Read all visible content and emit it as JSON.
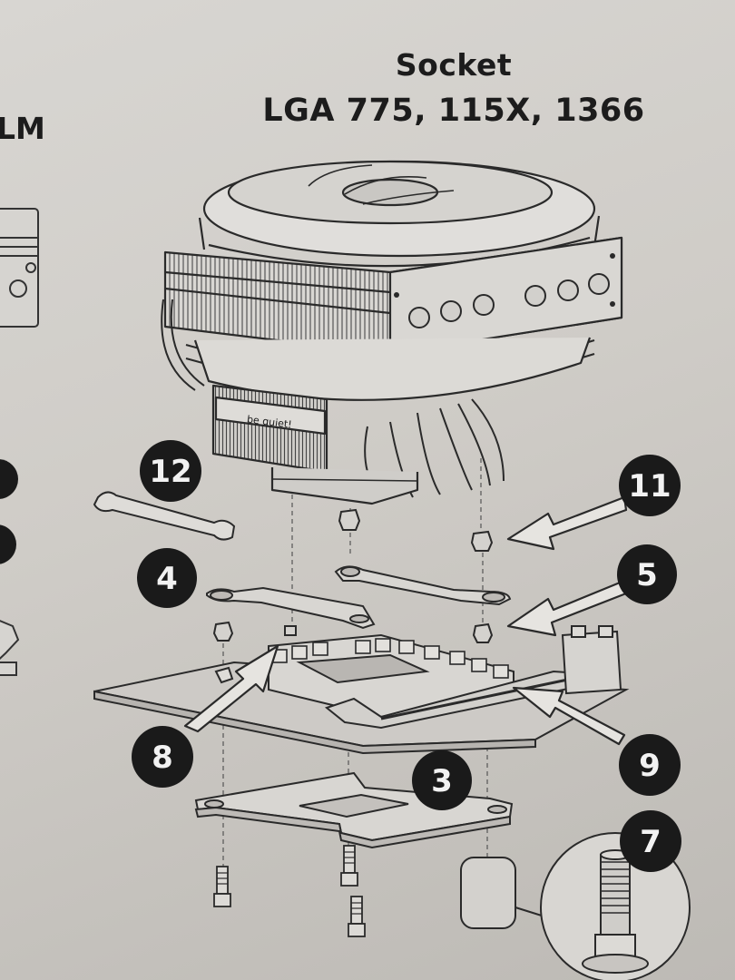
{
  "heading": {
    "line1": "Socket",
    "line2": "LGA 775, 115X, 1366",
    "left_partial": "LM"
  },
  "brand_label": "be quiet!",
  "callouts": [
    {
      "id": "12",
      "label": "12"
    },
    {
      "id": "11",
      "label": "11"
    },
    {
      "id": "4",
      "label": "4"
    },
    {
      "id": "5",
      "label": "5"
    },
    {
      "id": "8",
      "label": "8"
    },
    {
      "id": "9",
      "label": "9"
    },
    {
      "id": "3",
      "label": "3"
    },
    {
      "id": "7",
      "label": "7"
    }
  ],
  "colors": {
    "background": "#d2cfca",
    "line": "#2a2a2a",
    "callout_fill": "#1a1a1a",
    "callout_text": "#f2f2f2"
  }
}
